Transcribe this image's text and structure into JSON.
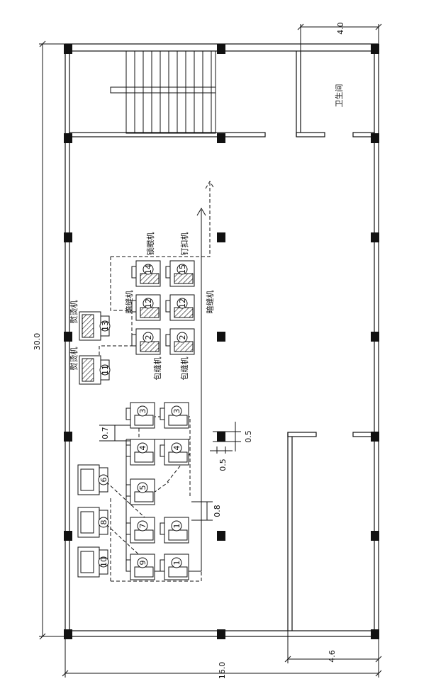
{
  "dimensions": {
    "total_length": "30.0",
    "total_width": "16.0",
    "restroom_width": "4.0",
    "right_room_width": "4.6",
    "row_gap": "0.7",
    "aisle_gap": "0.8",
    "column_size_a": "0.5",
    "column_size_b": "0.5"
  },
  "rooms": {
    "restroom": "卫生间"
  },
  "machine_labels": {
    "ironing_1": "熨烫机",
    "ironing_2": "熨烫机",
    "binding_1": "包缝机",
    "binding_2": "包缝机",
    "blind_1": "暗缝机",
    "blind_2": "暗缝机",
    "buttonhole": "锁眼机",
    "button": "钉扣机"
  },
  "stations": {
    "s14": "14",
    "s15": "15",
    "s12a": "12",
    "s12b": "12",
    "s2a": "2",
    "s2b": "2",
    "s13": "13",
    "s11": "11",
    "s3a": "3",
    "s3b": "3",
    "s4a": "4",
    "s4b": "4",
    "s5": "5",
    "s6": "6",
    "s7": "7",
    "s1a": "1",
    "s8": "8",
    "s9": "9",
    "s1b": "1",
    "s10": "10"
  },
  "colors": {
    "line": "#111111",
    "background": "#ffffff"
  }
}
